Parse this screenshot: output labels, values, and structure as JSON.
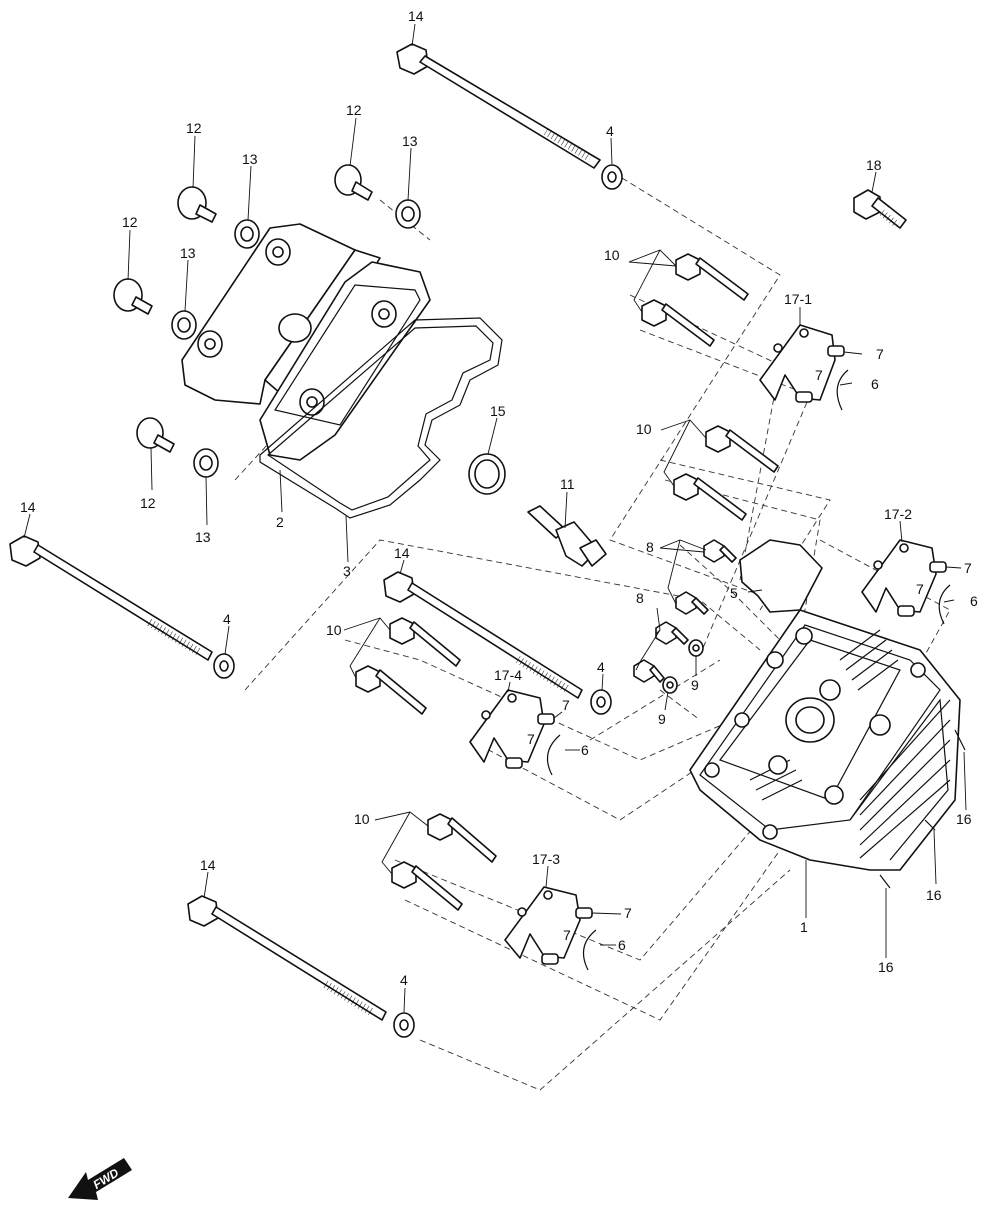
{
  "diagram": {
    "callouts": [
      {
        "id": "c14a",
        "text": "14"
      },
      {
        "id": "c4a",
        "text": "4"
      },
      {
        "id": "c18",
        "text": "18"
      },
      {
        "id": "c12a",
        "text": "12"
      },
      {
        "id": "c13a",
        "text": "13"
      },
      {
        "id": "c12b",
        "text": "12"
      },
      {
        "id": "c13b",
        "text": "13"
      },
      {
        "id": "c12c",
        "text": "12"
      },
      {
        "id": "c13c",
        "text": "13"
      },
      {
        "id": "c12d",
        "text": "12"
      },
      {
        "id": "c13d",
        "text": "13"
      },
      {
        "id": "c10a",
        "text": "10"
      },
      {
        "id": "c17-1",
        "text": "17-1"
      },
      {
        "id": "c7a",
        "text": "7"
      },
      {
        "id": "c7b",
        "text": "7"
      },
      {
        "id": "c6a",
        "text": "6"
      },
      {
        "id": "c15",
        "text": "15"
      },
      {
        "id": "c10b",
        "text": "10"
      },
      {
        "id": "c11",
        "text": "11"
      },
      {
        "id": "c2",
        "text": "2"
      },
      {
        "id": "c3",
        "text": "3"
      },
      {
        "id": "c14b",
        "text": "14"
      },
      {
        "id": "c4b",
        "text": "4"
      },
      {
        "id": "c8a",
        "text": "8"
      },
      {
        "id": "c17-2",
        "text": "17-2"
      },
      {
        "id": "c7c",
        "text": "7"
      },
      {
        "id": "c7d",
        "text": "7"
      },
      {
        "id": "c6b",
        "text": "6"
      },
      {
        "id": "c5",
        "text": "5"
      },
      {
        "id": "c14c",
        "text": "14"
      },
      {
        "id": "c8b",
        "text": "8"
      },
      {
        "id": "c10c",
        "text": "10"
      },
      {
        "id": "c4c",
        "text": "4"
      },
      {
        "id": "c17-4",
        "text": "17-4"
      },
      {
        "id": "c7e",
        "text": "7"
      },
      {
        "id": "c7f",
        "text": "7"
      },
      {
        "id": "c6c",
        "text": "6"
      },
      {
        "id": "c9a",
        "text": "9"
      },
      {
        "id": "c9b",
        "text": "9"
      },
      {
        "id": "c16a",
        "text": "16"
      },
      {
        "id": "c10d",
        "text": "10"
      },
      {
        "id": "c17-3",
        "text": "17-3"
      },
      {
        "id": "c7g",
        "text": "7"
      },
      {
        "id": "c7h",
        "text": "7"
      },
      {
        "id": "c6d",
        "text": "6"
      },
      {
        "id": "c1",
        "text": "1"
      },
      {
        "id": "c16b",
        "text": "16"
      },
      {
        "id": "c14d",
        "text": "14"
      },
      {
        "id": "c16c",
        "text": "16"
      },
      {
        "id": "c4d",
        "text": "4"
      }
    ],
    "fwd_label": "FWD"
  }
}
